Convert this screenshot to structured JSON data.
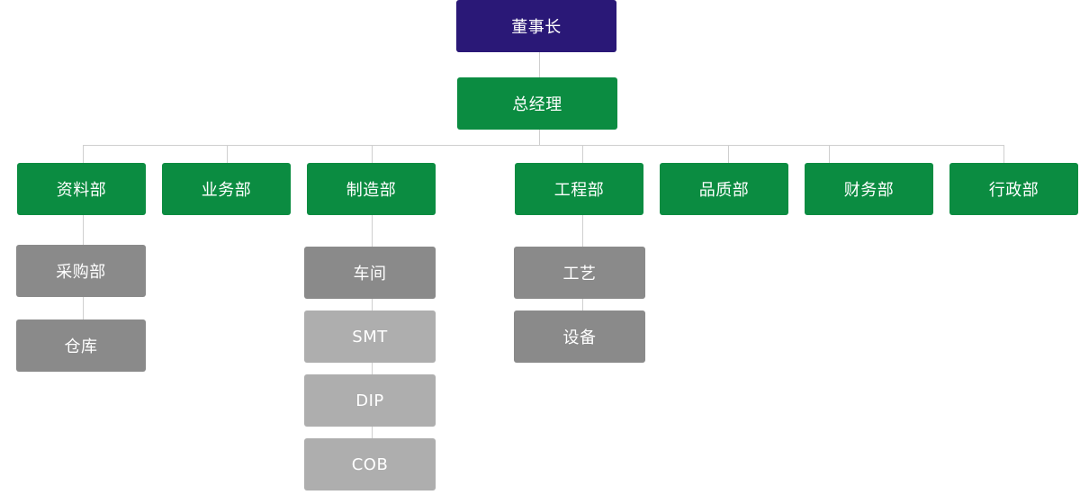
{
  "org_chart": {
    "chairman": {
      "label": "董事长",
      "color": "#2a1877"
    },
    "general_manager": {
      "label": "总经理",
      "color": "#0b8c41"
    },
    "departments": [
      {
        "key": "ziliao",
        "label": "资料部",
        "subunits": [
          {
            "label": "采购部"
          },
          {
            "label": "仓库"
          }
        ]
      },
      {
        "key": "yewu",
        "label": "业务部",
        "subunits": []
      },
      {
        "key": "zhizao",
        "label": "制造部",
        "subunits": [
          {
            "label": "车间"
          },
          {
            "label": "SMT"
          },
          {
            "label": "DIP"
          },
          {
            "label": "COB"
          }
        ]
      },
      {
        "key": "gongcheng",
        "label": "工程部",
        "subunits": [
          {
            "label": "工艺"
          },
          {
            "label": "设备"
          }
        ]
      },
      {
        "key": "pinzhi",
        "label": "品质部",
        "subunits": []
      },
      {
        "key": "caiwu",
        "label": "财务部",
        "subunits": []
      },
      {
        "key": "xingzheng",
        "label": "行政部",
        "subunits": []
      }
    ],
    "colors": {
      "department": "#0b8c41",
      "subunit_dark": "#8a8a8a",
      "subunit_light": "#aeaeae",
      "connector": "#cfcfcf"
    }
  }
}
